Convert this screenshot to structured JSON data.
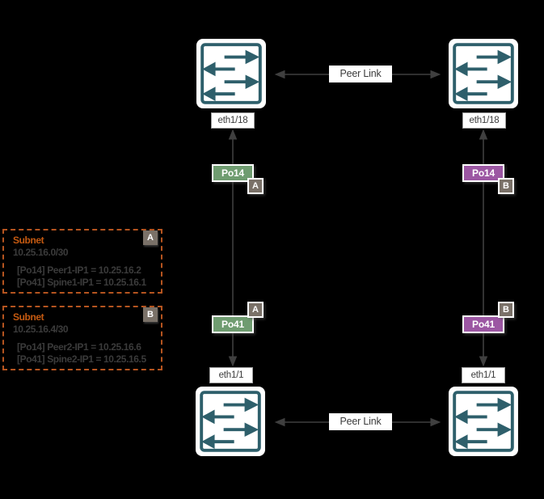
{
  "colors": {
    "background": "#000000",
    "switch_teal": "#2E5F6B",
    "port_green": "#6F9C70",
    "port_purple": "#9C57A3",
    "zone_badge_gray": "#7A7168",
    "subnet_orange": "#C55A11",
    "subnet_border": "#B5541F",
    "line_gray": "#3F3F3F",
    "label_text": "#3B3B3B"
  },
  "labels": {
    "peer_link": "Peer Link",
    "eth_top": "eth1/18",
    "eth_bottom": "eth1/1"
  },
  "ports": {
    "po14_left": {
      "label": "Po14",
      "zone": "A"
    },
    "po14_right": {
      "label": "Po14",
      "zone": "B"
    },
    "po41_left": {
      "label": "Po41",
      "zone": "A"
    },
    "po41_right": {
      "label": "Po41",
      "zone": "B"
    }
  },
  "subnets": [
    {
      "title": "Subnet",
      "cidr": "10.25.16.0/30",
      "zone": "A",
      "entries": [
        "[Po14] Peer1-IP1 = 10.25.16.2",
        "[Po41] Spine1-IP1 = 10.25.16.1"
      ]
    },
    {
      "title": "Subnet",
      "cidr": "10.25.16.4/30",
      "zone": "B",
      "entries": [
        "[Po14] Peer2-IP1 = 10.25.16.6",
        "[Po41] Spine2-IP1 = 10.25.16.5"
      ]
    }
  ]
}
